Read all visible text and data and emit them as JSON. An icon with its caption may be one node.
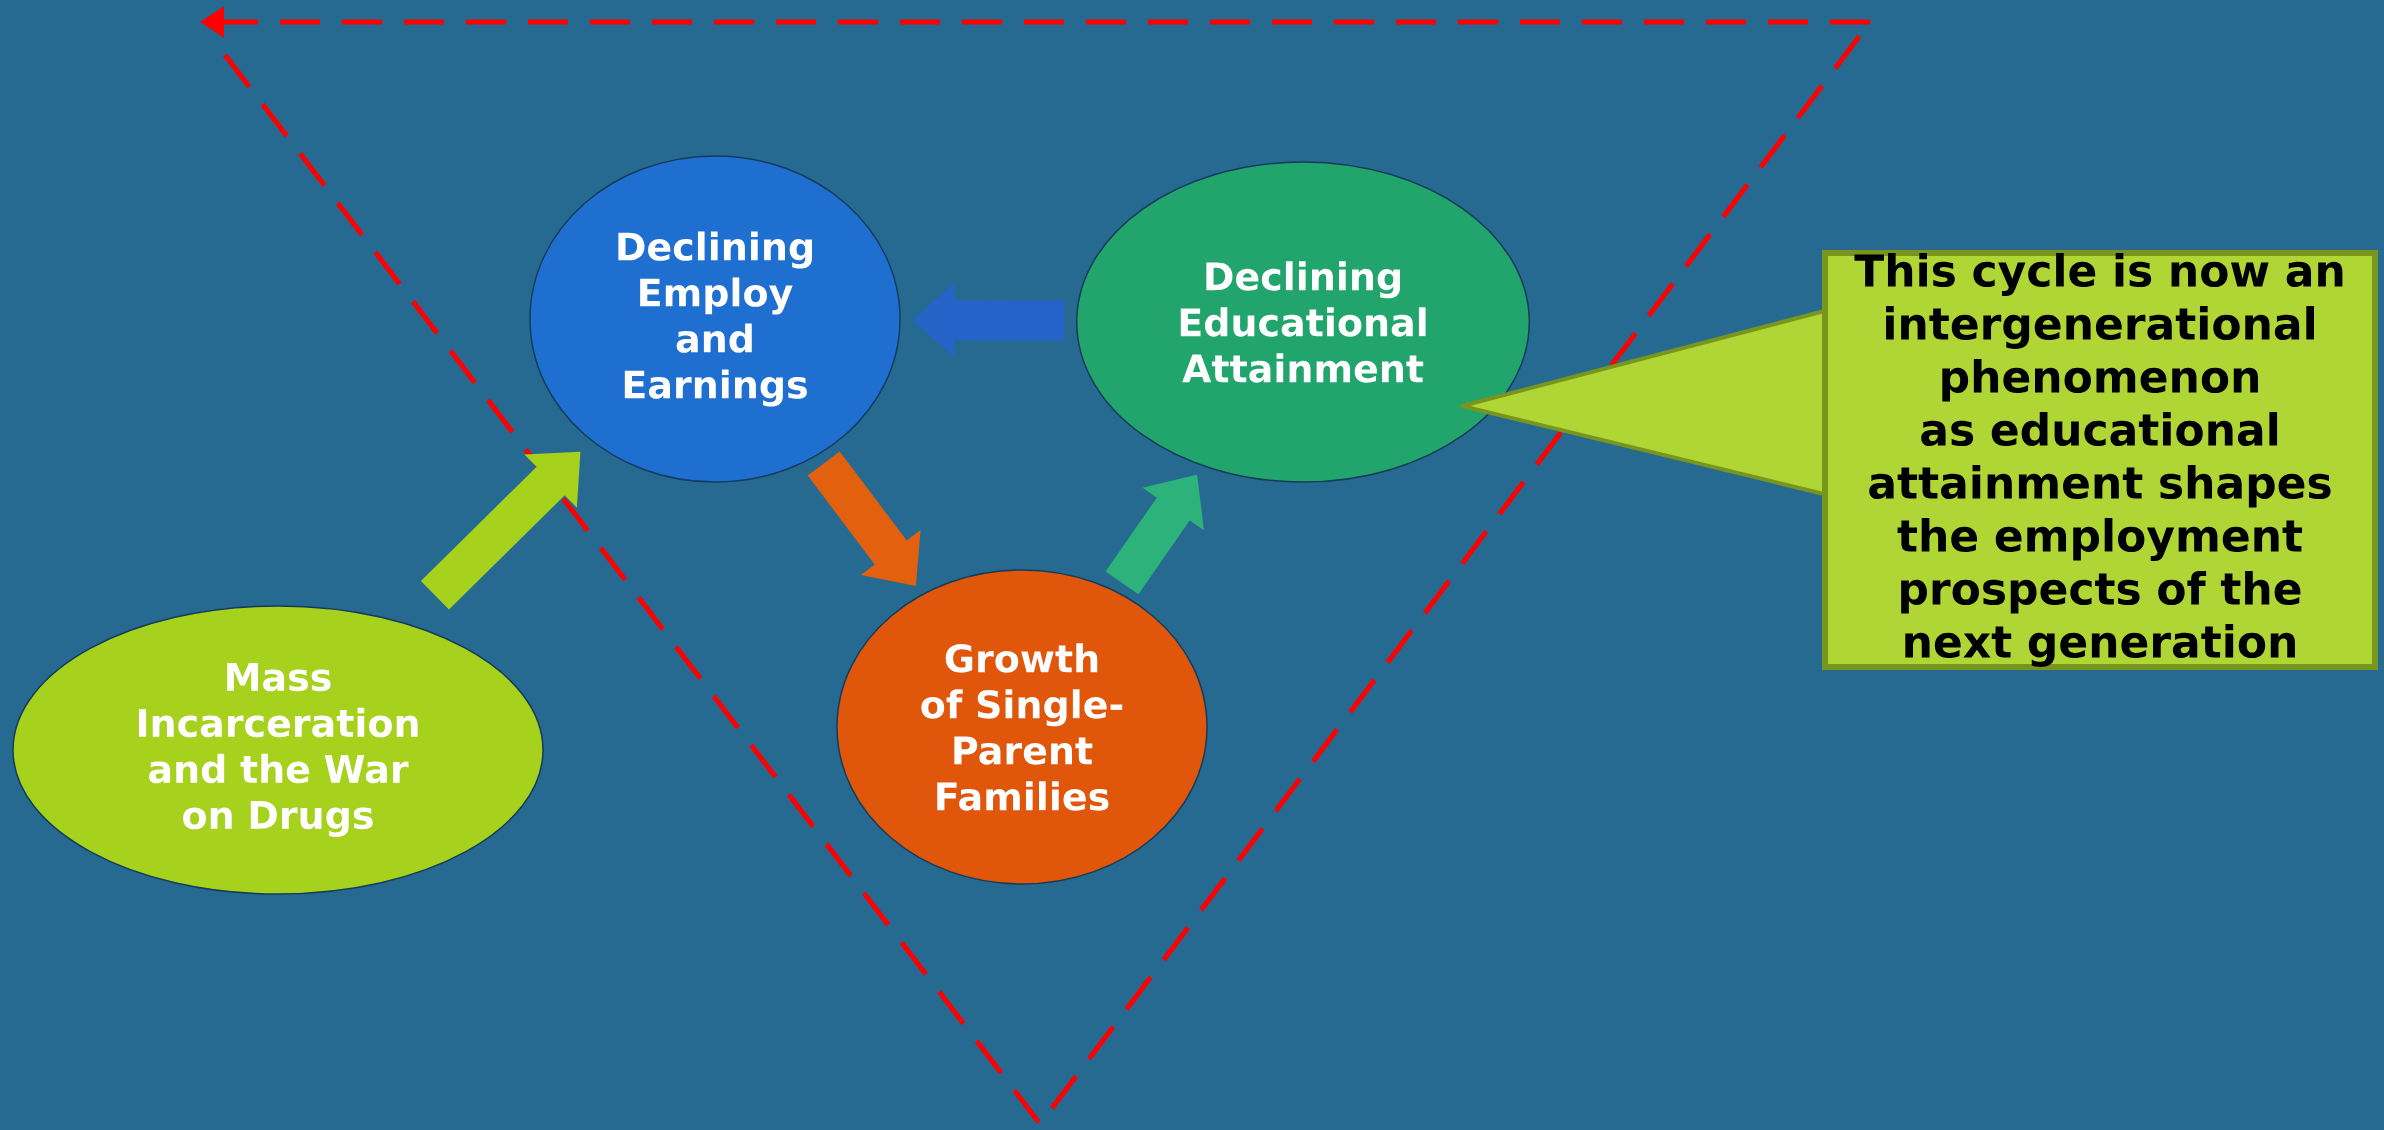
{
  "diagram": {
    "nodes": [
      {
        "text": [
          "Mass Incarceration and the War on Drugs"
        ]
      },
      {
        "text": [
          "Declining Employ and Earnings"
        ]
      },
      {
        "text": [
          "Declining Educational Attainment"
        ]
      },
      {
        "text": [
          "Growth of Single-Parent Families"
        ]
      },
      {
        "text": [
          "This cycle is now an intergenerational phenomenon as educational attainment shapes the employment prospects of the next generation"
        ]
      }
    ],
    "edges": [
      {
        "from": 0,
        "to": 1,
        "arrow": "to",
        "color": "#a6d11c"
      },
      {
        "from": 1,
        "to": 3,
        "arrow": "to",
        "color": "#e2600e"
      },
      {
        "from": 3,
        "to": 2,
        "arrow": "to",
        "color": "#2db27c"
      },
      {
        "from": 2,
        "to": 1,
        "arrow": "to",
        "color": "#2563c8"
      }
    ]
  }
}
